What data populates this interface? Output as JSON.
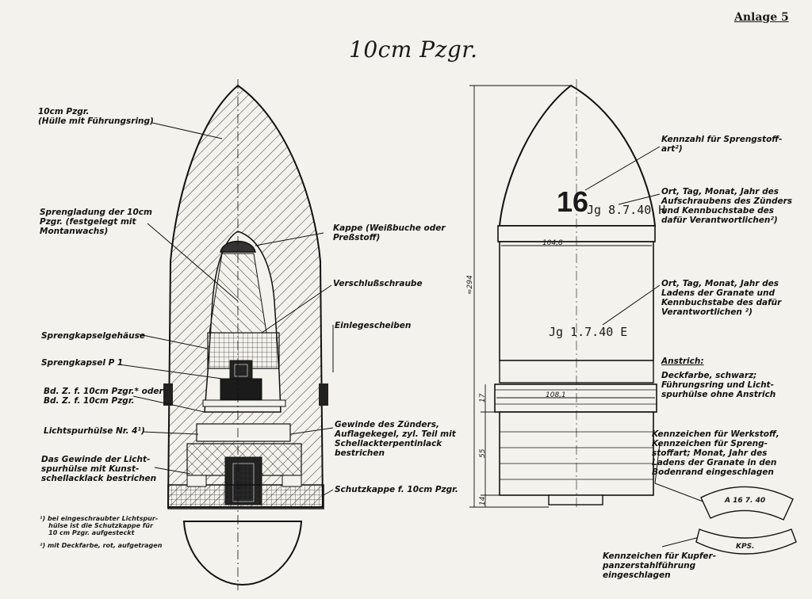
{
  "header": {
    "anlage": "Anlage 5",
    "title": "10cm Pzgr."
  },
  "left_labels": {
    "huelle": "10cm Pzgr.\n(Hülle mit Führungsring)",
    "sprengladung": "Sprengladung der 10cm\nPzgr. (festgelegt mit\nMontanwachs)",
    "sprengkapselgehaeuse": "Sprengkapselgehäuse",
    "sprengkapsel": "Sprengkapsel P 1",
    "bdz": "Bd. Z. f. 10cm Pzgr.* oder\nBd. Z. f. 10cm Pzgr.",
    "lichtspur": "Lichtspurhülse Nr. 4¹)",
    "gewinde_licht": "Das Gewinde der Licht-\nspurhülse mit Kunst-\nschellacklack bestrichen"
  },
  "middle_labels": {
    "kappe": "Kappe (Weißbuche oder\nPreßstoff)",
    "verschluss": "Verschlußschraube",
    "einlege": "Einlegescheiben",
    "gewinde_zuender": "Gewinde des Zünders,\nAuflagekegel, zyl. Teil mit\nSchellackterpentinlack\nbestrichen",
    "schutzkappe": "Schutzkappe f. 10cm Pzgr."
  },
  "footnotes": {
    "fn1": "¹) bei eingeschraubter Lichtspur-\n    hülse ist die Schutzkappe für\n    10 cm Pzgr. aufgesteckt",
    "fn2": "²) mit Deckfarbe, rot, aufgetragen"
  },
  "right_labels": {
    "kennzahl": "Kennzahl für Sprengstoff-\nart²)",
    "ort1": "Ort, Tag, Monat, Jahr des\nAufschraubens des Zünders\nund Kennbuchstabe des\ndafür Verantwortlichen²)",
    "ort2": "Ort, Tag, Monat, Jahr des\nLadens der Granate und\nKennbuchstabe des dafür\nVerantwortlichen ²)",
    "anstrich_head": "Anstrich:",
    "anstrich": "Deckfarbe, schwarz;\nFührungsring und Licht-\nspurhülse ohne Anstrich",
    "kennzeichen_werk": "Kennzeichen für Werkstoff,\nKennzeichen für Spreng-\nstoffart; Monat, Jahr des\nLadens der Granate in den\nBodenrand eingeschlagen",
    "kennzeichen_kupfer": "Kennzeichen für Kupfer-\npanzerstahlführung\neingeschlagen"
  },
  "markings": {
    "sixteen": "16",
    "date1": "Jg 8.7.40 H",
    "date2": "Jg 1.7.40 E",
    "ring1": "A 16 7. 40",
    "ring2": "KPS."
  },
  "dimensions": {
    "total": "≈294",
    "dia1": "104,8",
    "dia2": "108,1",
    "d17": "17",
    "d55": "55",
    "d14": "14"
  }
}
